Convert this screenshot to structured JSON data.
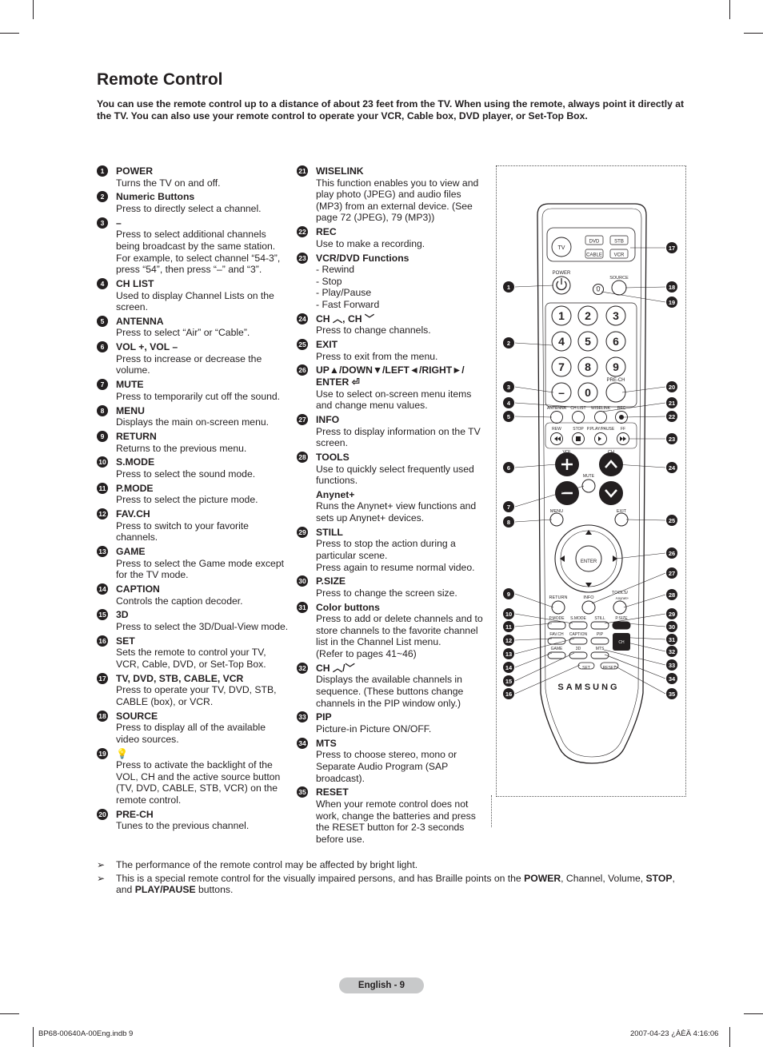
{
  "title": "Remote Control",
  "intro": "You can use the remote control up to a distance of about 23 feet from the TV. When using the remote, always point it directly at the TV. You can also use your remote control to operate your VCR, Cable box, DVD player, or Set-Top Box.",
  "items_left": [
    {
      "n": "1",
      "title": "POWER",
      "desc": "Turns the TV on and off."
    },
    {
      "n": "2",
      "title": "Numeric Buttons",
      "desc": "Press to directly select a channel."
    },
    {
      "n": "3",
      "title": "–",
      "desc": "Press to select additional channels being broadcast by the same station. For example, to select channel “54-3”, press “54”, then press “–” and “3”."
    },
    {
      "n": "4",
      "title": "CH LIST",
      "desc": "Used to display Channel Lists on the screen."
    },
    {
      "n": "5",
      "title": "ANTENNA",
      "desc": "Press to select “Air” or “Cable”."
    },
    {
      "n": "6",
      "title": "VOL +, VOL –",
      "desc": "Press to increase or decrease the volume."
    },
    {
      "n": "7",
      "title": "MUTE",
      "desc": "Press to temporarily cut off the sound."
    },
    {
      "n": "8",
      "title": "MENU",
      "desc": "Displays the main on-screen menu."
    },
    {
      "n": "9",
      "title": "RETURN",
      "desc": "Returns to the previous menu."
    },
    {
      "n": "10",
      "title": "S.MODE",
      "desc": "Press to select the sound mode."
    },
    {
      "n": "11",
      "title": "P.MODE",
      "desc": "Press to select the picture mode."
    },
    {
      "n": "12",
      "title": "FAV.CH",
      "desc": "Press to switch to your favorite channels."
    },
    {
      "n": "13",
      "title": "GAME",
      "desc": "Press to select the Game mode except for the TV mode."
    },
    {
      "n": "14",
      "title": "CAPTION",
      "desc": "Controls the caption decoder."
    },
    {
      "n": "15",
      "title": "3D",
      "desc": "Press to select the 3D/Dual-View mode."
    },
    {
      "n": "16",
      "title": "SET",
      "desc": "Sets the remote to control your TV, VCR, Cable, DVD, or Set-Top Box."
    },
    {
      "n": "17",
      "title": "TV, DVD, STB, CABLE, VCR",
      "desc": "Press to operate your TV, DVD, STB, CABLE (box), or VCR."
    },
    {
      "n": "18",
      "title": "SOURCE",
      "desc": "Press to display all of the available video sources."
    },
    {
      "n": "19",
      "title": "💡",
      "desc": "Press to activate the backlight of the VOL, CH and the active source button (TV, DVD, CABLE, STB, VCR) on the remote control."
    },
    {
      "n": "20",
      "title": "PRE-CH",
      "desc": "Tunes to the previous channel."
    }
  ],
  "items_right": [
    {
      "n": "21",
      "title": "WISELINK",
      "desc": "This function enables you to view and play photo (JPEG) and audio files (MP3) from an external device. (See page 72 (JPEG), 79 (MP3))"
    },
    {
      "n": "22",
      "title": "REC",
      "desc": "Use to make a recording."
    },
    {
      "n": "23",
      "title": "VCR/DVD Functions",
      "desc": "-  Rewind\n-  Stop\n-  Play/Pause\n-  Fast Forward"
    },
    {
      "n": "24",
      "title": "CH ︿, CH ﹀",
      "desc": "Press to change channels."
    },
    {
      "n": "25",
      "title": "EXIT",
      "desc": "Press to exit from the menu."
    },
    {
      "n": "26",
      "title": "UP▲/DOWN▼/LEFT◄/RIGHT►/ ENTER ⏎",
      "desc": "Use to select on-screen menu items and change menu values."
    },
    {
      "n": "27",
      "title": "INFO",
      "desc": "Press to display information on the TV screen."
    },
    {
      "n": "28",
      "title": "TOOLS",
      "desc": "Use to quickly select frequently used functions.",
      "sub_title": "Anynet+",
      "sub_desc": "Runs the Anynet+ view functions and sets up Anynet+ devices."
    },
    {
      "n": "29",
      "title": "STILL",
      "desc": "Press to stop the action during a particular scene.\nPress again to resume normal video."
    },
    {
      "n": "30",
      "title": "P.SIZE",
      "desc": "Press to change the screen size."
    },
    {
      "n": "31",
      "title": "Color buttons",
      "desc": "Press to add or delete channels and to store channels to the favorite channel list in the Channel List menu.\n(Refer to pages 41~46)"
    },
    {
      "n": "32",
      "title": "CH ︿/﹀",
      "desc": "Displays the available channels in sequence. (These buttons change channels in the PIP window only.)"
    },
    {
      "n": "33",
      "title": "PIP",
      "desc": "Picture-in Picture ON/OFF."
    },
    {
      "n": "34",
      "title": "MTS",
      "desc": "Press to choose stereo, mono or Separate Audio Program (SAP broadcast)."
    },
    {
      "n": "35",
      "title": "RESET",
      "desc": "When your remote control does not work, change the batteries and press the RESET button for 2-3 seconds before use."
    }
  ],
  "notes": [
    {
      "arrow": "➢",
      "text": "The performance of the remote control may be affected by bright light."
    },
    {
      "arrow": "➢",
      "text": "This is a special remote control for the visually impaired persons, and has Braille points on the POWER, Channel, Volume, STOP, and PLAY/PAUSE buttons."
    }
  ],
  "page_label": "English - 9",
  "footer_left": "BP68-00640A-00Eng.indb   9",
  "footer_right": "2007-04-23   ¿ÀÈÄ 4:16:06",
  "remote": {
    "source_buttons": [
      "TV",
      "DVD",
      "STB",
      "CABLE",
      "VCR"
    ],
    "power_label": "POWER",
    "source_label": "SOURCE",
    "digits": [
      "1",
      "2",
      "3",
      "4",
      "5",
      "6",
      "7",
      "8",
      "9",
      "0"
    ],
    "dash_label": "–",
    "prech_label": "PRE-CH",
    "row_labels": [
      "ANTENNA",
      "CH LIST",
      "WISELINK",
      "REC"
    ],
    "vcr_labels": [
      "REW",
      "STOP",
      "P.PLAY/PAUSE",
      "FF"
    ],
    "vol_label": "VOL",
    "ch_label": "CH",
    "mute_label": "MUTE",
    "menu_label": "MENU",
    "exit_label": "EXIT",
    "enter_label": "ENTER",
    "return_label": "RETURN",
    "info_label": "INFO",
    "tools_label": "TOOLS/",
    "anynet_label": "Anynet+",
    "mode_labels": [
      "P.MODE",
      "S.MODE",
      "STILL",
      "P.SIZE"
    ],
    "fav_labels": [
      "FAV.CH",
      "CAPTION",
      "PIP"
    ],
    "game_labels": [
      "GAME",
      "3D",
      "MTS"
    ],
    "set_labels": [
      "SET",
      "RESET"
    ],
    "brand": "SAMSUNG",
    "callouts_left": [
      "1",
      "2",
      "3",
      "4",
      "5",
      "6",
      "7",
      "8",
      "9",
      "10",
      "11",
      "12",
      "13",
      "14",
      "15",
      "16"
    ],
    "callouts_right": [
      "17",
      "18",
      "19",
      "20",
      "21",
      "22",
      "23",
      "24",
      "25",
      "26",
      "27",
      "28",
      "29",
      "30",
      "31",
      "32",
      "33",
      "34",
      "35"
    ]
  }
}
